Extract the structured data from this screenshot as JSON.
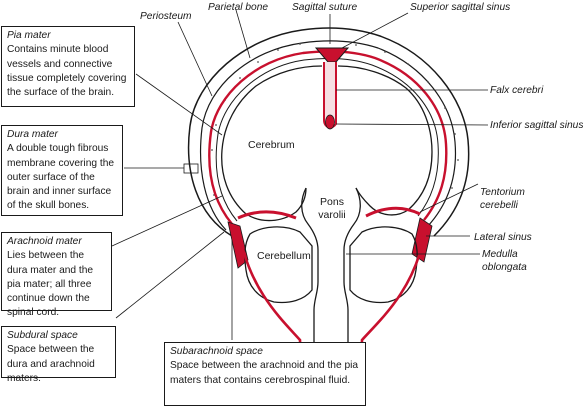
{
  "boxes": {
    "pia_mater": {
      "title": "Pia mater",
      "text": "Contains minute blood vessels and connective tissue completely covering the surface of the brain."
    },
    "dura_mater": {
      "title": "Dura mater",
      "text": "A double tough fibrous membrane covering the outer surface of the brain and inner surface of the skull bones."
    },
    "arachnoid_mater": {
      "title": "Arachnoid mater",
      "text": "Lies between the dura mater and the pia mater; all three continue down the spinal cord."
    },
    "subdural_space": {
      "title": "Subdural space",
      "text": "Space between the dura and arachnoid maters."
    },
    "subarachnoid_space": {
      "title": "Subarachnoid space",
      "text": "Space between the arachnoid and the pia maters that contains cerebrospinal fluid."
    }
  },
  "labels": {
    "periosteum": "Periosteum",
    "parietal_bone": "Parietal bone",
    "sagittal_suture": "Sagittal suture",
    "superior_sagittal_sinus": "Superior sagittal sinus",
    "falx_cerebri": "Falx cerebri",
    "inferior_sagittal_sinus": "Inferior sagittal sinus",
    "tentorium_cerebelli": "Tentorium cerebelli",
    "lateral_sinus": "Lateral sinus",
    "medulla_oblongata": "Medulla oblongata"
  },
  "regions": {
    "cerebrum": "Cerebrum",
    "pons_varolii": "Pons varolii",
    "cerebellum": "Cerebellum"
  },
  "colors": {
    "sinus_red": "#c8102e",
    "ink": "#1a1a1a",
    "bone_fill": "#ffffff"
  }
}
